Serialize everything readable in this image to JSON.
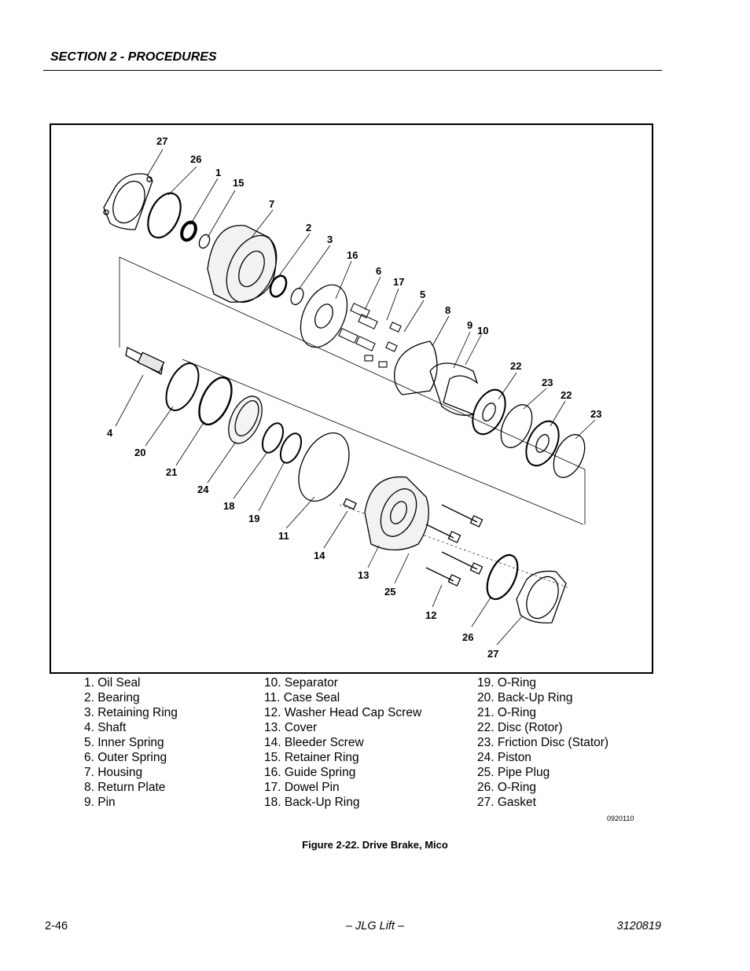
{
  "header": {
    "section": "SECTION 2 - PROCEDURES"
  },
  "figure": {
    "callouts": [
      "27",
      "26",
      "1",
      "15",
      "7",
      "2",
      "3",
      "16",
      "6",
      "17",
      "5",
      "8",
      "9",
      "10",
      "22",
      "23",
      "22",
      "23",
      "4",
      "20",
      "21",
      "24",
      "18",
      "19",
      "11",
      "14",
      "13",
      "25",
      "12",
      "26",
      "27"
    ],
    "legend": {
      "col1": [
        "1. Oil Seal",
        "2. Bearing",
        "3. Retaining Ring",
        "4. Shaft",
        "5. Inner Spring",
        "6. Outer Spring",
        "7. Housing",
        "8. Return Plate",
        "9. Pin"
      ],
      "col2": [
        "10. Separator",
        "11. Case Seal",
        "12. Washer Head Cap Screw",
        "13. Cover",
        "14. Bleeder Screw",
        "15. Retainer Ring",
        "16. Guide Spring",
        "17. Dowel Pin",
        "18. Back-Up Ring"
      ],
      "col3": [
        "19. O-Ring",
        "20. Back-Up Ring",
        "21. O-Ring",
        "22. Disc (Rotor)",
        "23. Friction Disc (Stator)",
        "24. Piston",
        "25. Pipe Plug",
        "26. O-Ring",
        "27. Gasket"
      ]
    },
    "drawing_number": "0920110",
    "caption": "Figure 2-22.  Drive Brake, Mico"
  },
  "footer": {
    "page": "2-46",
    "publisher": "– JLG Lift –",
    "doc_number": "3120819"
  }
}
